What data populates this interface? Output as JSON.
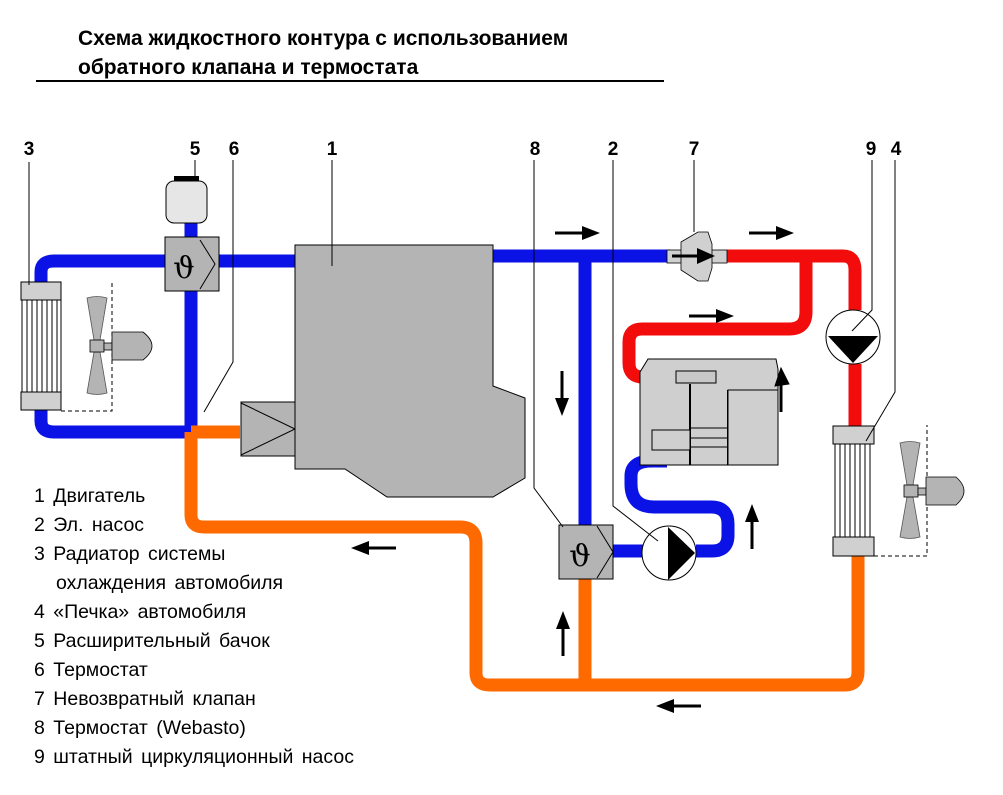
{
  "title": {
    "line1": "Схема жидкостного контура с использованием",
    "line2": "обратного клапана и термостата"
  },
  "colors": {
    "cold_coolant": "#0a12e6",
    "hot_coolant": "#f20c0c",
    "return_coolant": "#ff6a00",
    "component_fill": "#b4b4b4",
    "light_fill": "#d0d0d0"
  },
  "callouts": {
    "engine": "1",
    "electric_pump": "2",
    "radiator": "3",
    "heater_core": "4",
    "expansion_tank": "5",
    "thermostat": "6",
    "check_valve": "7",
    "webasto_thermostat": "8",
    "circulation_pump": "9"
  },
  "symbols": {
    "thermostat_glyph": "ϑ"
  },
  "legend": [
    {
      "num": "1",
      "label": "Двигатель"
    },
    {
      "num": "2",
      "label": "Эл.  насос"
    },
    {
      "num": "3",
      "label": "Радиатор  системы"
    },
    {
      "num": "",
      "label": "охлаждения  автомобиля"
    },
    {
      "num": "4",
      "label": "«Печка»  автомобиля"
    },
    {
      "num": "5",
      "label": "Расширительный  бачок"
    },
    {
      "num": "6",
      "label": "Термостат"
    },
    {
      "num": "7",
      "label": "Невозвратный  клапан"
    },
    {
      "num": "8",
      "label": "Термостат  (Webasto)"
    },
    {
      "num": "9",
      "label": "штатный  циркуляционный  насос"
    }
  ]
}
